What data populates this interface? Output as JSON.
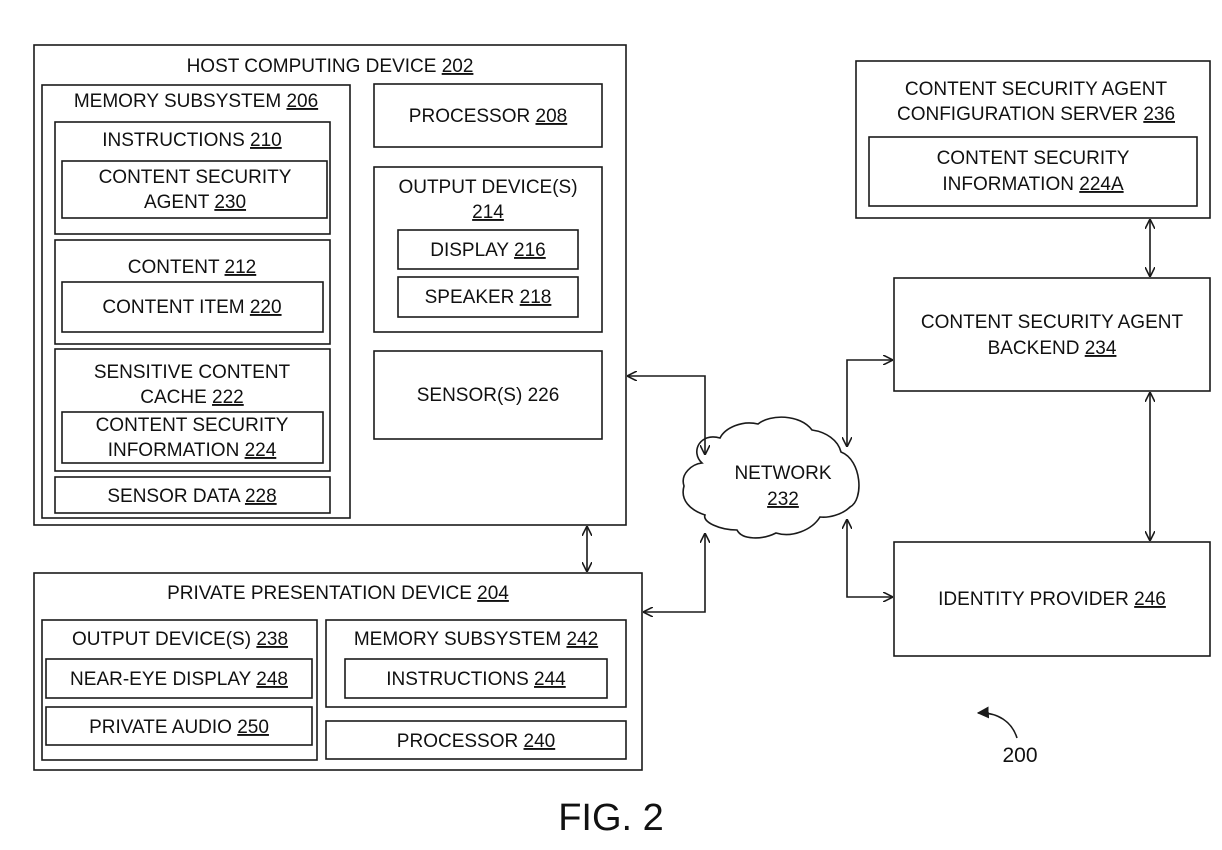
{
  "figure": {
    "caption": "FIG. 2",
    "reference": "200",
    "colors": {
      "line": "#1a1a1a",
      "text": "#111111",
      "background": "#ffffff"
    }
  },
  "host": {
    "title": "HOST COMPUTING DEVICE",
    "ref": "202",
    "memory": {
      "title": "MEMORY SUBSYSTEM",
      "ref": "206",
      "instructions": {
        "title": "INSTRUCTIONS",
        "ref": "210",
        "agent": {
          "line1": "CONTENT SECURITY",
          "line2": "AGENT",
          "ref": "230"
        }
      },
      "content": {
        "title": "CONTENT",
        "ref": "212",
        "item": {
          "title": "CONTENT ITEM",
          "ref": "220"
        }
      },
      "cache": {
        "line1": "SENSITIVE CONTENT",
        "line2": "CACHE",
        "ref": "222",
        "info": {
          "line1": "CONTENT SECURITY",
          "line2": "INFORMATION",
          "ref": "224"
        }
      },
      "sensor_data": {
        "title": "SENSOR DATA",
        "ref": "228"
      }
    },
    "processor": {
      "title": "PROCESSOR",
      "ref": "208"
    },
    "output": {
      "title": "OUTPUT DEVICE(S)",
      "ref": "214",
      "display": {
        "title": "DISPLAY",
        "ref": "216"
      },
      "speaker": {
        "title": "SPEAKER",
        "ref": "218"
      }
    },
    "sensors": {
      "label": "SENSOR(S) 226"
    }
  },
  "private": {
    "title": "PRIVATE PRESENTATION DEVICE",
    "ref": "204",
    "output": {
      "title": "OUTPUT DEVICE(S)",
      "ref": "238",
      "near_eye": {
        "title": "NEAR-EYE DISPLAY",
        "ref": "248"
      },
      "audio": {
        "title": "PRIVATE AUDIO",
        "ref": "250"
      }
    },
    "memory": {
      "title": "MEMORY SUBSYSTEM",
      "ref": "242",
      "instructions": {
        "title": "INSTRUCTIONS",
        "ref": "244"
      }
    },
    "processor": {
      "title": "PROCESSOR",
      "ref": "240"
    }
  },
  "network": {
    "title": "NETWORK",
    "ref": "232"
  },
  "config_server": {
    "line1": "CONTENT SECURITY AGENT",
    "line2": "CONFIGURATION SERVER",
    "ref": "236",
    "info": {
      "line1": "CONTENT SECURITY",
      "line2": "INFORMATION",
      "ref": "224A"
    }
  },
  "backend": {
    "line1": "CONTENT SECURITY AGENT",
    "line2": "BACKEND",
    "ref": "234"
  },
  "identity": {
    "title": "IDENTITY PROVIDER",
    "ref": "246"
  }
}
